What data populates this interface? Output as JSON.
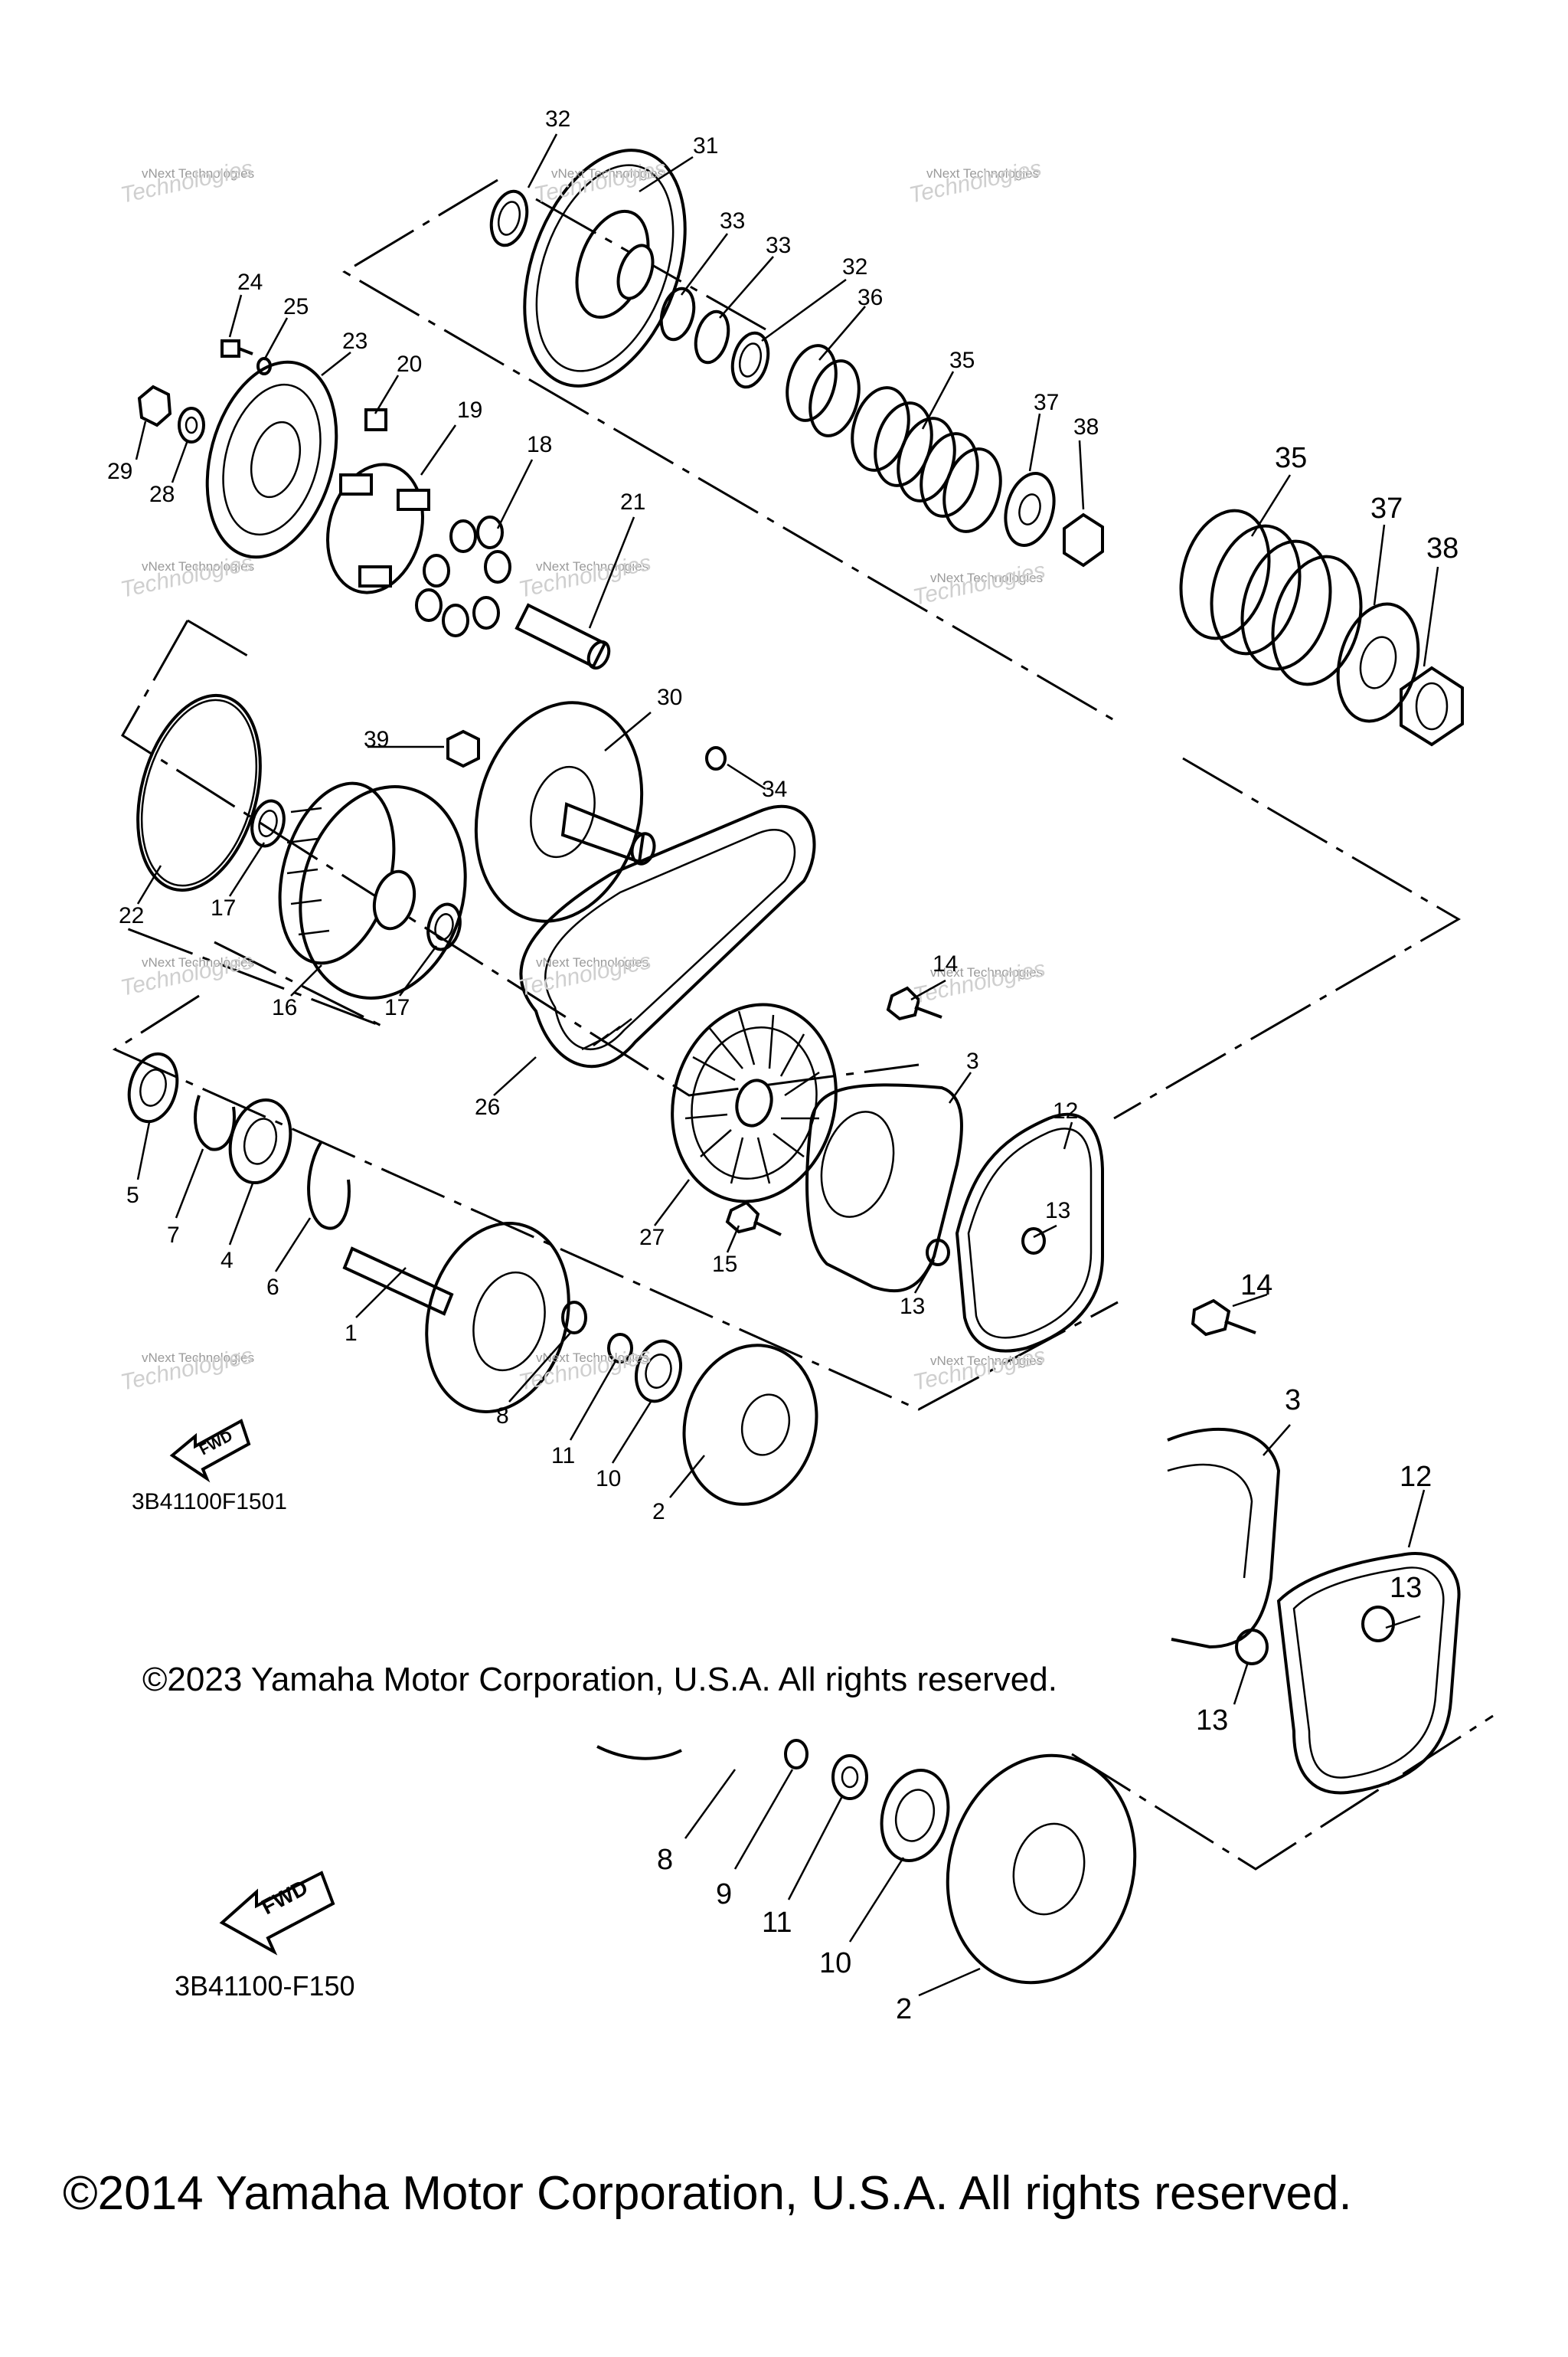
{
  "copyright_2023": "©2023 Yamaha Motor Corporation, U.S.A. All rights reserved.",
  "copyright_2014": "©2014 Yamaha Motor Corporation, U.S.A. All rights reserved.",
  "diagram_code_small": "3B41100F1501",
  "diagram_code_large": "3B41100-F150",
  "fwd_label": "FWD",
  "watermark": {
    "line1": "vNext Technologies",
    "line2": "Technologies"
  },
  "callouts": [
    "1",
    "2",
    "3",
    "4",
    "5",
    "6",
    "7",
    "8",
    "9",
    "10",
    "11",
    "12",
    "13",
    "14",
    "15",
    "16",
    "17",
    "18",
    "19",
    "20",
    "21",
    "22",
    "23",
    "24",
    "25",
    "26",
    "27",
    "28",
    "29",
    "30",
    "31",
    "32",
    "33",
    "34",
    "35",
    "36",
    "37",
    "38",
    "39"
  ]
}
